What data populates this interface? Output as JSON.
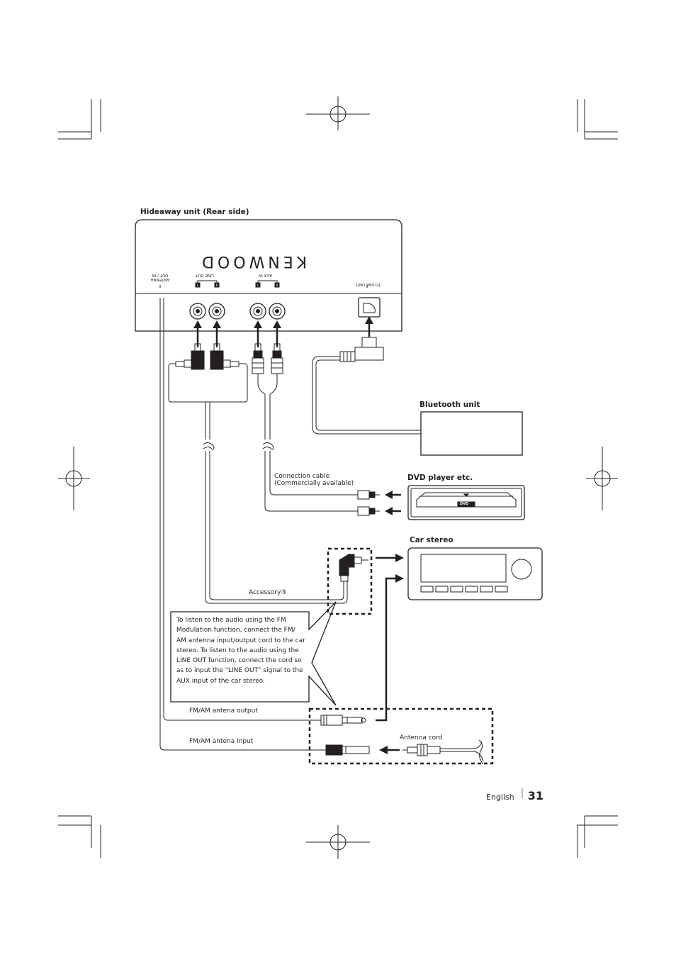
{
  "labels": {
    "hideaway_unit": "Hideaway unit (Rear side)",
    "brand": "KENWOOD",
    "antenna_port": "ANTENNA\nOUT / IN",
    "line_out_port": "LINE OUT",
    "aux_in_port": "AUX IN",
    "kab_port": "TO KAB UNIT",
    "bluetooth_unit": "Bluetooth unit",
    "dvd_player": "DVD player etc.",
    "connection_cable": "Connection cable\n(Commercially available)",
    "car_stereo": "Car stereo",
    "accessory": "Accessory③",
    "note": "To listen to the audio using the FM Modulation function, connect the FM/ AM antenna input/output cord to the car stereo.\nTo listen to the audio using the LINE OUT function, connect the cord so as to input the “LINE OUT” signal to the AUX input of the car stereo.",
    "fm_output": "FM/AM antena output",
    "fm_input": "FM/AM antena input",
    "antenna_cord": "Antenna cord",
    "dvd_logo": "DVD"
  },
  "footer": {
    "language": "English",
    "page_number": "31"
  },
  "port_channels": [
    "L",
    "R"
  ]
}
